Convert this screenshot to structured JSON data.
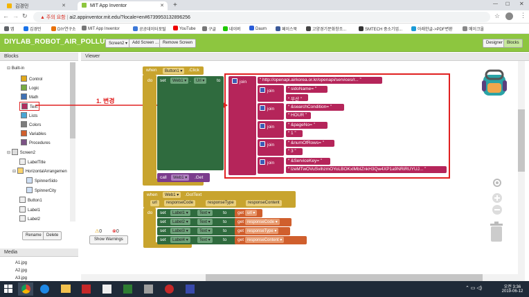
{
  "browser": {
    "tabs": [
      {
        "label": "김경민"
      },
      {
        "label": "MIT App Inventor"
      }
    ],
    "new_tab": "+",
    "warning": "주의 요함",
    "url": "ai2.appinventor.mit.edu/?locale=en#6739953132896256"
  },
  "bookmarks": [
    {
      "label": "앱",
      "color": "#5f6368"
    },
    {
      "label": "김경민",
      "color": "#1a73e8"
    },
    {
      "label": "DIY연구소",
      "color": "#e8710a"
    },
    {
      "label": "MIT App Inventor",
      "color": "#777"
    },
    {
      "label": "공공데이터포털",
      "color": "#3c78d8"
    },
    {
      "label": "YouTube",
      "color": "#e00"
    },
    {
      "label": "구글",
      "color": "#777"
    },
    {
      "label": "네이버",
      "color": "#1ec800"
    },
    {
      "label": "Daum",
      "color": "#2a5cd8"
    },
    {
      "label": "페이스북",
      "color": "#3b5998"
    },
    {
      "label": "고양경기문화창조...",
      "color": "#444"
    },
    {
      "label": "SMTECH 중소기업...",
      "color": "#333"
    },
    {
      "label": "아래한글->PDF변환",
      "color": "#1a9bd7"
    },
    {
      "label": "메이크올",
      "color": "#888"
    }
  ],
  "app": {
    "project_name": "DIYLAB_ROBOT_AIR_POLLUTION1",
    "screen_select": "Screen2 ▾",
    "add_screen": "Add Screen ...",
    "remove_screen": "Remove Screen",
    "designer": "Designer",
    "blocks": "Blocks"
  },
  "blocks_panel": {
    "title": "Blocks",
    "builtin": "Built-in",
    "items": [
      {
        "label": "Control",
        "color": "#e1a91a"
      },
      {
        "label": "Logic",
        "color": "#77ab41"
      },
      {
        "label": "Math",
        "color": "#3f71b5"
      },
      {
        "label": "Text",
        "color": "#b32d5e"
      },
      {
        "label": "Lists",
        "color": "#49a6d4"
      },
      {
        "label": "Colors",
        "color": "#7d7d7d"
      },
      {
        "label": "Variables",
        "color": "#d05f2d"
      },
      {
        "label": "Procedures",
        "color": "#7c5385"
      }
    ],
    "screen": "Screen2",
    "components": [
      "LabelTitle",
      "HorizontalArrangemen",
      "SpinnerSido",
      "SpinnerCity",
      "Button1",
      "Label1",
      "Label2"
    ],
    "rename": "Rename",
    "delete": "Delete"
  },
  "viewer": {
    "title": "Viewer",
    "annotation": "1. 변경",
    "warnings_count": "0",
    "errors_count": "0",
    "show_warnings": "Show Warnings"
  },
  "click_block": {
    "when": "when",
    "component": "Button1",
    "event": ".Click",
    "do": "do",
    "set": "set",
    "target": "Web1",
    "prop": "Url",
    "to": "to",
    "join": "join",
    "url_text": "http://openapi.airkorea.or.kr/openapi/services/r...",
    "joins": [
      {
        "a": "sidoName=",
        "b": "부산"
      },
      {
        "a": "&searchCondition=",
        "b": "HOUR"
      },
      {
        "a": "&pageNo=",
        "b": "1"
      },
      {
        "a": "&numOfRows=",
        "b": "3"
      },
      {
        "a": "&ServiceKey=",
        "b": "lzeMTwOVuSvihzmOYoLBOKxlMbIZnkH3Qw4XP1a9NRiRUYUJ..."
      }
    ],
    "call": "call",
    "call_target": "Web1",
    "call_method": ".Get"
  },
  "gottext_block": {
    "when": "when",
    "component": "Web1",
    "event": ".GotText",
    "params": [
      "url",
      "responseCode",
      "responseType",
      "responseContent"
    ],
    "do": "do",
    "rows": [
      {
        "label": "Label1",
        "get": "url"
      },
      {
        "label": "Label2",
        "get": "responseCode"
      },
      {
        "label": "Label3",
        "get": "responseType"
      },
      {
        "label": "Label4",
        "get": "responseContent"
      }
    ],
    "set": "set",
    "prop": "Text",
    "to": "to",
    "get_kw": "get"
  },
  "media": {
    "title": "Media",
    "files": [
      "A1.jpg",
      "A2.jpg",
      "A3.jpg"
    ]
  },
  "taskbar": {
    "time": "오전 3:36",
    "date": "2019-06-12"
  }
}
